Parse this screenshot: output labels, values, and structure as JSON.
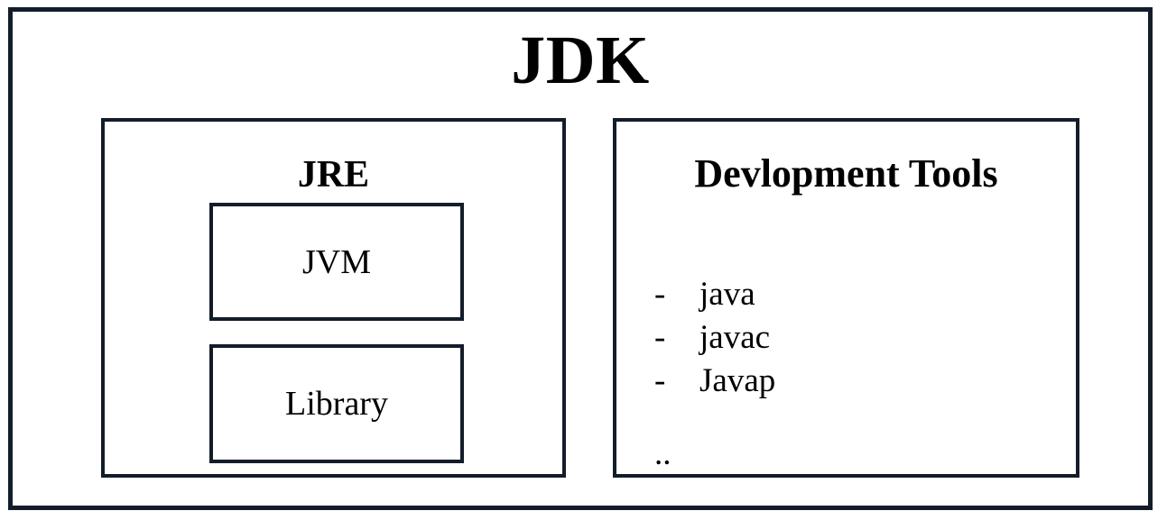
{
  "diagram": {
    "title": "JDK",
    "outer_box_name": "JDK",
    "border_color": "#131d2a",
    "background_color": "#ffffff",
    "text_color": "#000000",
    "panels": {
      "jre": {
        "heading": "JRE",
        "boxes": [
          {
            "label": "JVM"
          },
          {
            "label": "Library"
          }
        ]
      },
      "tools": {
        "heading": "Devlopment Tools",
        "bullet": "-",
        "items": [
          {
            "label": "java"
          },
          {
            "label": "javac"
          },
          {
            "label": "Javap"
          }
        ],
        "continuation": ".."
      }
    }
  }
}
